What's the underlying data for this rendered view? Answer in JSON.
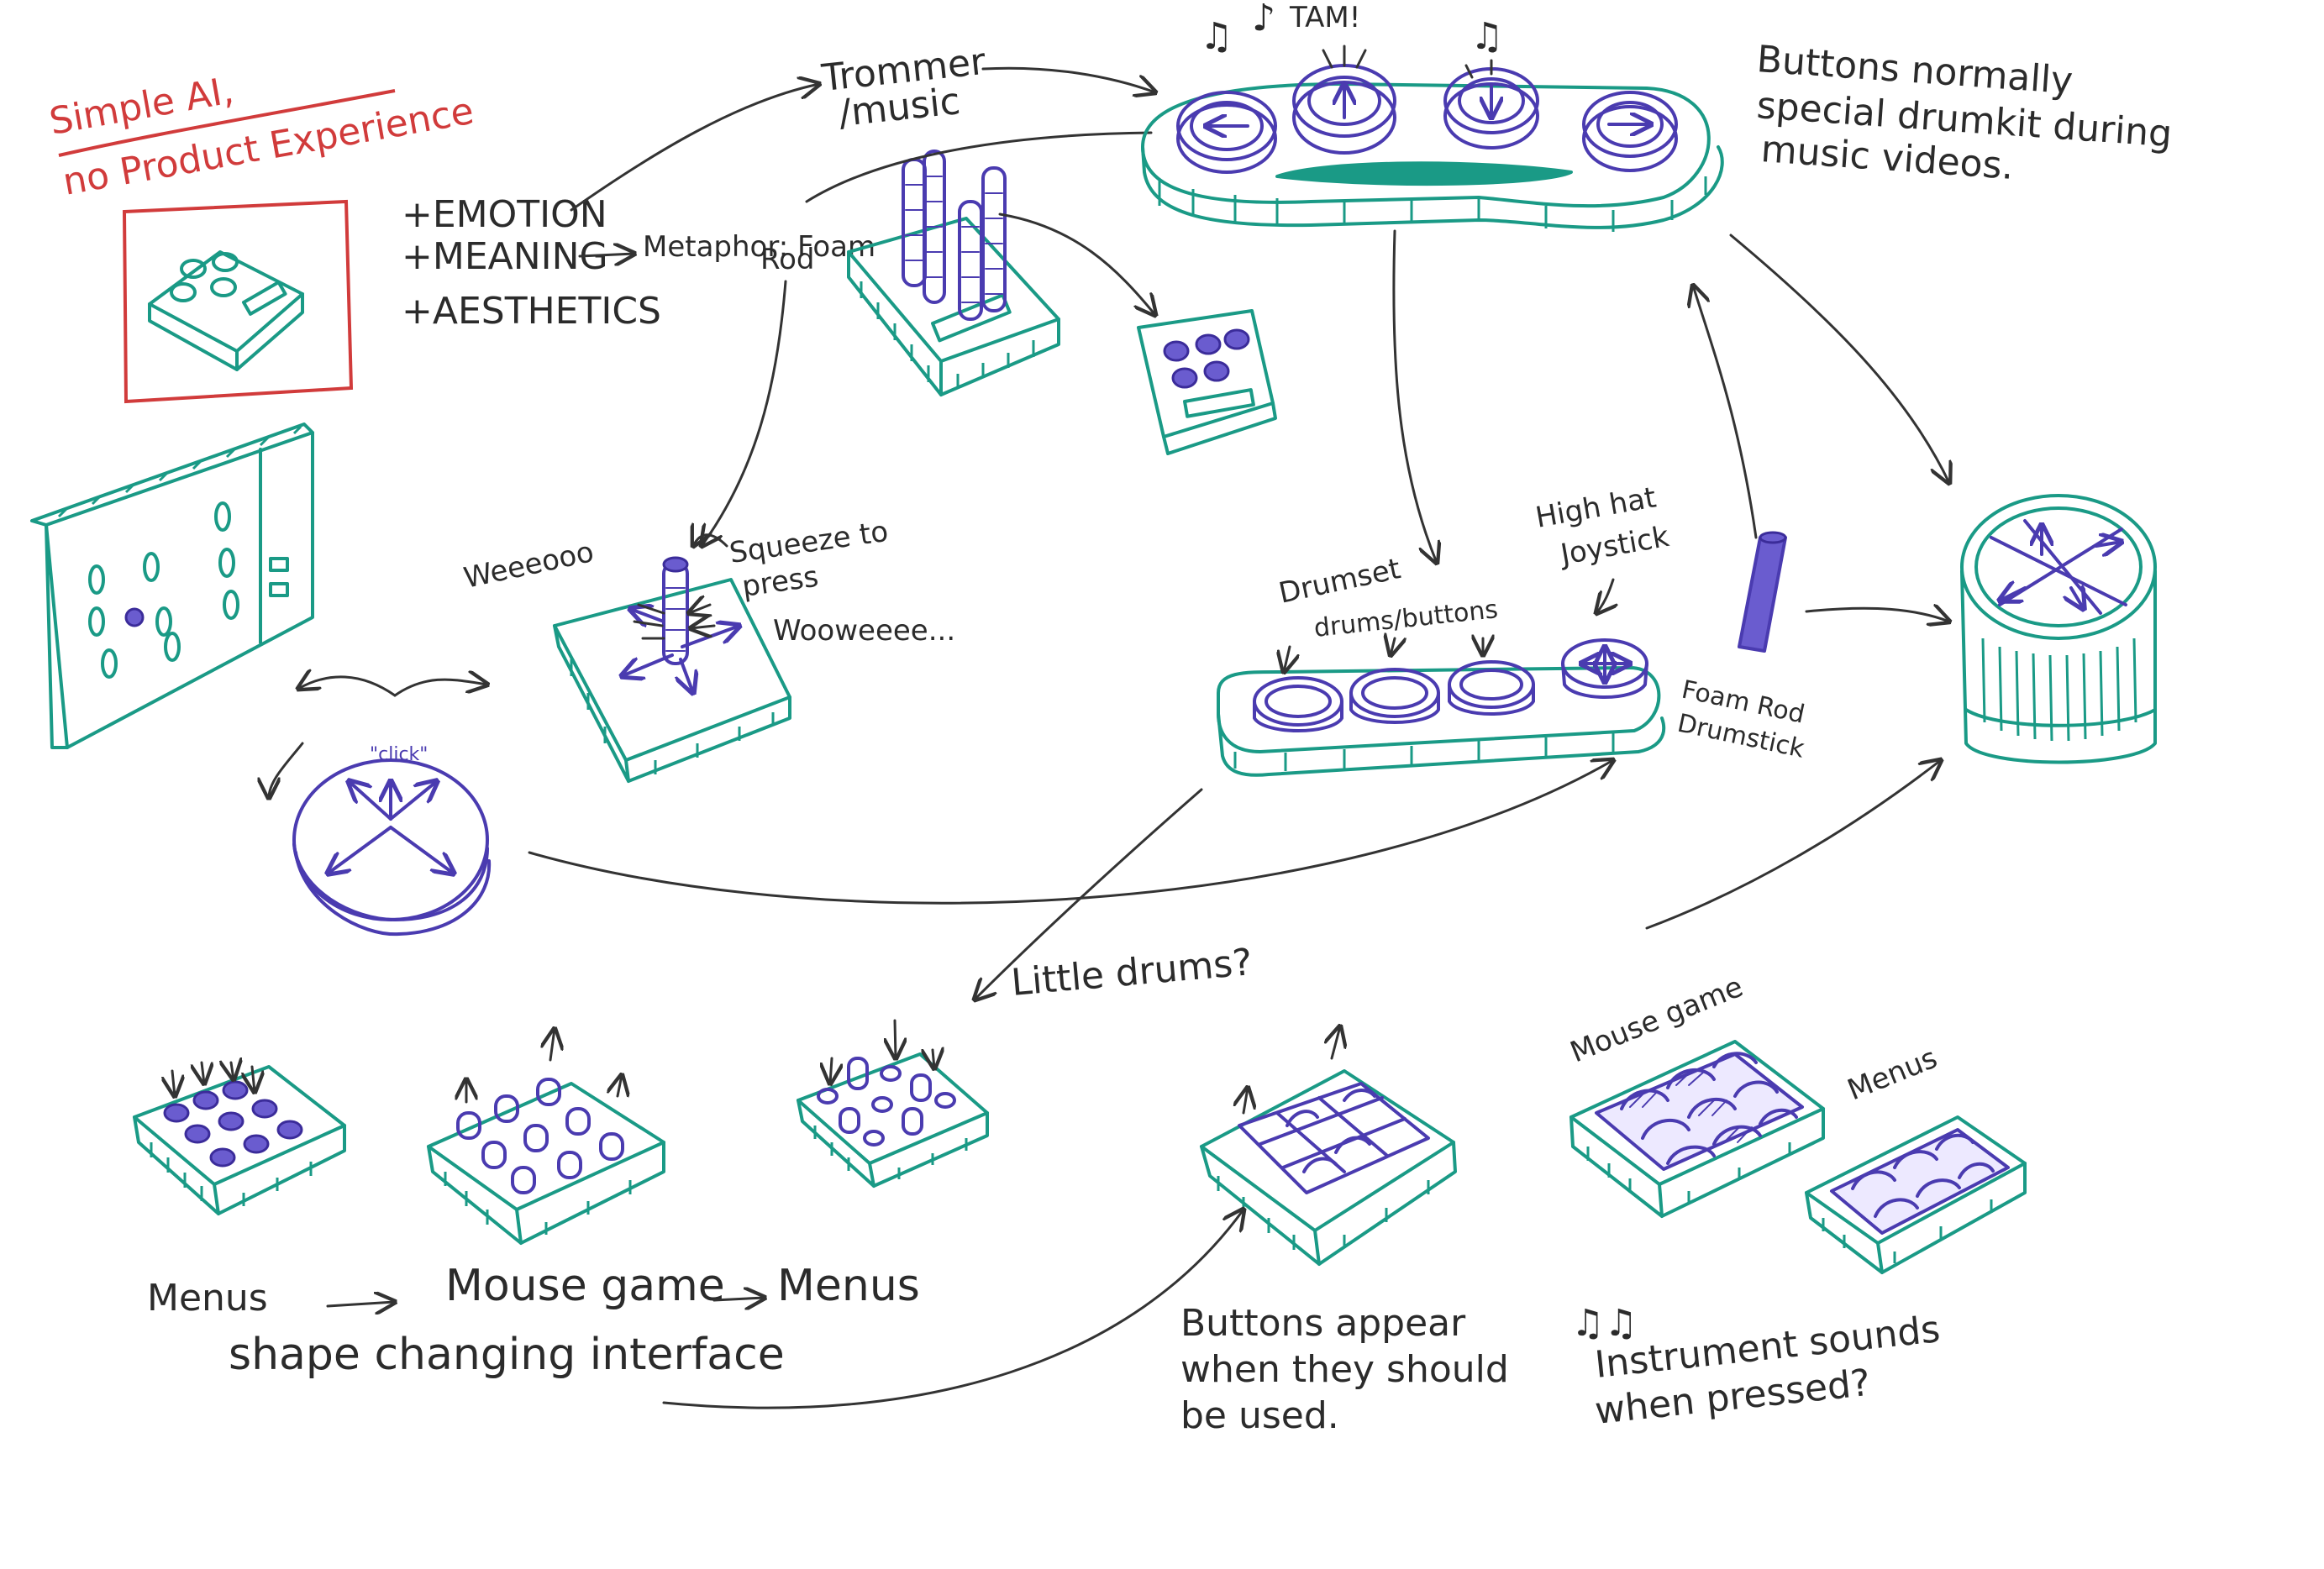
{
  "header_note": {
    "line1": "Simple AI,",
    "line2": "no Product Experience"
  },
  "qualities": {
    "emotion": "+EMOTION",
    "meaning": "+MEANING",
    "aesthetics": "+AESTHETICS"
  },
  "metaphor": {
    "label": "Metaphor: Foam",
    "label2": "Rod"
  },
  "trommer": {
    "line1": "Trommer",
    "line2": "/music"
  },
  "top_device": {
    "tam_label": "TAM!",
    "note": {
      "line1": "Buttons normally",
      "line2": "special drumkit during",
      "line3": "music videos."
    }
  },
  "joystick_board": {
    "weeooo": "Weeeooo",
    "squeeze": {
      "line1": "Squeeze to",
      "line2": "press"
    },
    "wooo": "Wooweeee...",
    "click": "\"click\""
  },
  "drumset": {
    "label1": "Drumset",
    "label2": "drums/buttons",
    "highhat1": "High hat",
    "highhat2": "Joystick",
    "foamrod1": "Foam Rod",
    "foamrod2": "Drumstick"
  },
  "little_drums": "Little drums?",
  "bottom_row": {
    "menus1": "Menus",
    "mouse_game": "Mouse game",
    "menus2": "Menus",
    "shape_changing": "shape changing interface",
    "buttons_appear": {
      "line1": "Buttons appear",
      "line2": "when they should",
      "line3": "be used."
    },
    "mouse_game2": "Mouse game",
    "menus3": "Menus",
    "instrument": {
      "line1": "Instrument sounds",
      "line2": "when pressed?"
    }
  },
  "colors": {
    "teal": "#1a9a86",
    "purple": "#4a3bb0",
    "red": "#d13b3b",
    "ink": "#2b2b2b"
  }
}
